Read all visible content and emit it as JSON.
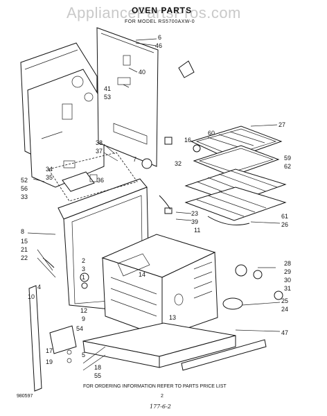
{
  "header": {
    "watermark": "AppliancePartsPros.com",
    "title": "OVEN PARTS",
    "model_line": "FOR MODEL RS5700AXW-0"
  },
  "footer": {
    "code": "980597",
    "ordering_note": "FOR ORDERING INFORMATION REFER TO PARTS PRICE LIST",
    "page_number": "2",
    "handwritten": "177-6-2"
  },
  "callouts": {
    "c6": "6",
    "c46": "46",
    "c40": "40",
    "c41": "41",
    "c53": "53",
    "c27": "27",
    "c60": "60",
    "c16": "16",
    "c32": "32",
    "c38": "38",
    "c37": "37",
    "c7": "7",
    "c59": "59",
    "c62": "62",
    "c34": "34",
    "c35": "35",
    "c36": "36",
    "c52": "52",
    "c56": "56",
    "c33": "33",
    "c23": "23",
    "c39": "39",
    "c11": "11",
    "c61": "61",
    "c26": "26",
    "c8": "8",
    "c15": "15",
    "c21": "21",
    "c22": "22",
    "c2": "2",
    "c3": "3",
    "c14": "14",
    "c1": "1",
    "c4": "4",
    "c28": "28",
    "c29": "29",
    "c30": "30",
    "c31": "31",
    "c10": "10",
    "c13": "13",
    "c25": "25",
    "c24": "24",
    "c47": "47",
    "c12": "12",
    "c54": "54",
    "c5": "5",
    "c17": "17",
    "c19": "19",
    "c18": "18",
    "c55": "55",
    "c9": "9"
  }
}
